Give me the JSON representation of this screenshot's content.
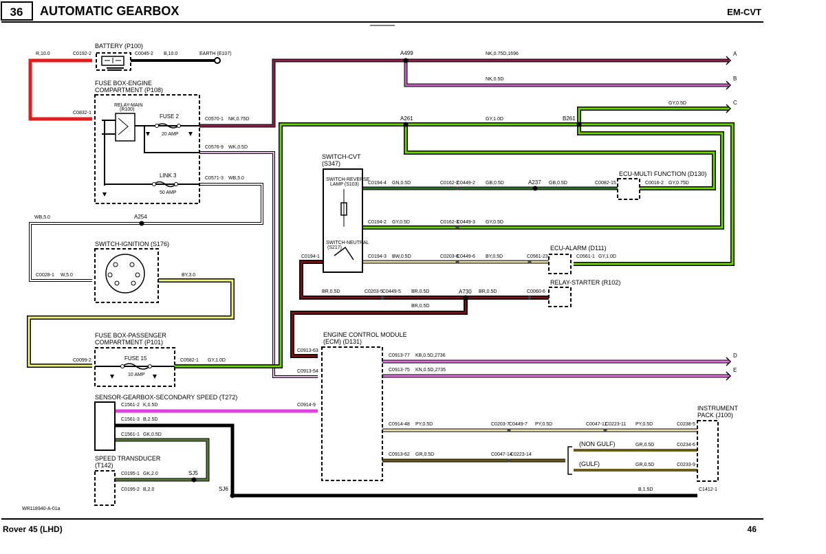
{
  "header": {
    "page_number": "36",
    "title": "AUTOMATIC GEARBOX",
    "code": "EM-CVT"
  },
  "footer": {
    "model": "Rover 45 (LHD)",
    "page": "46",
    "drawing_ref": "WR118940-A-01a"
  },
  "colors": {
    "red": "#e61b1b",
    "black": "#000000",
    "nk": "#8a1f4a",
    "pink": "#e08ee0",
    "green": "#6bd400",
    "brown": "#7a1414",
    "gn": "#2d6e2d",
    "yellow": "#f2f07a",
    "grey": "#9a9a9a",
    "magenta": "#e040e0",
    "olive": "#6b5a1a"
  },
  "components": {
    "battery": "BATTERY (P100)",
    "fusebox_engine_1": "FUSE BOX-ENGINE",
    "fusebox_engine_2": "COMPARTMENT (P108)",
    "relay_main_1": "RELAY-MAIN",
    "relay_main_2": "(R100)",
    "fuse2": "FUSE 2",
    "fuse2_amp": "20 AMP",
    "link3": "LINK 3",
    "link3_amp": "50 AMP",
    "switch_ignition": "SWITCH-IGNITION (S176)",
    "fusebox_pass_1": "FUSE BOX-PASSENGER",
    "fusebox_pass_2": "COMPARTMENT (P101)",
    "fuse15": "FUSE 15",
    "fuse15_amp": "10 AMP",
    "sensor_speed": "SENSOR-GEARBOX-SECONDARY SPEED (T272)",
    "transducer_1": "SPEED TRANSDUCER",
    "transducer_2": "(T142)",
    "switch_cvt_1": "SWITCH-CVT",
    "switch_cvt_2": "(S347)",
    "switch_reverse_1": "SWITCH-REVERSE",
    "switch_reverse_2": "LAMP (S103)",
    "switch_neutral_1": "SWITCH-NEUTRAL",
    "switch_neutral_2": "(S217)",
    "ecu_multi": "ECU-MULTI FUNCTION (D130)",
    "ecu_alarm": "ECU-ALARM (D111)",
    "relay_starter": "RELAY-STARTER (R102)",
    "ecm_1": "ENGINE CONTROL MODULE",
    "ecm_2": "(ECM) (D131)",
    "instrument_1": "INSTRUMENT",
    "instrument_2": "PACK (J100)",
    "non_gulf": "(NON GULF)",
    "gulf": "(GULF)",
    "earth": "EARTH (E107)"
  },
  "nodes": {
    "A499": "A499",
    "A261": "A261",
    "B261": "B261",
    "A237": "A237",
    "A254": "A254",
    "A730": "A730",
    "SJ5": "SJ5",
    "SJ6": "SJ6"
  },
  "edges": {
    "A": "A",
    "B": "B",
    "C": "C",
    "D": "D",
    "E": "E"
  },
  "labels": {
    "r_10": "R,10.0",
    "c0192_2": "C0192-2",
    "c0045_2": "C0045-2",
    "b_10": "B,10.0",
    "c0832_1": "C0832-1",
    "c0570_1": "C0570-1",
    "nk_075d": "NK,0.75D",
    "c0576_9": "C0576-9",
    "wk_05d": "WK,0.5D",
    "c0571_3": "C0571-3",
    "wb_5": "WB,5.0",
    "wb_50": "WB,5.0",
    "c0028_1": "C0028-1",
    "w_50": "W,5.0",
    "by_30": "BY,3.0",
    "c0099_2": "C0099-2",
    "c0582_1": "C0582-1",
    "gy_10d_a": "GY,1.0D",
    "nk_075d_1696": "NK,0.75D,1696",
    "nk_05d": "NK,0.5D",
    "gy_05d_c": "GY,0.5D",
    "gy_10d_b": "GY,1.0D",
    "c0194_4": "C0194-4",
    "gn_05d": "GN,0.5D",
    "c0162_2": "C0162-2",
    "c0449_2": "C0449-2",
    "gb_05d_a": "GB,0.5D",
    "gb_05d_b": "GB,0.5D",
    "c0082_15": "C0082-15",
    "c0016_2": "C0016-2",
    "gy_075d": "GY,0.75D",
    "c0194_2": "C0194-2",
    "gy_05d_a": "GY,0.5D",
    "c0162_3": "C0162-3",
    "c0449_3": "C0449-3",
    "gy_05d_b": "GY,0.5D",
    "c0194_1": "C0194-1",
    "c0194_3": "C0194-3",
    "bw_05d": "BW,0.5D",
    "c0203_6": "C0203-6",
    "c0449_6": "C0449-6",
    "by_05d": "BY,0.5D",
    "c0561_23": "C0561-23",
    "c0561_1": "C0561-1",
    "gy_10d_c": "GY,1.0D",
    "br_05d_a": "BR,0.5D",
    "c0203_5": "C0203-5",
    "c0449_5": "C0449-5",
    "br_05d_b": "BR,0.5D",
    "br_05d_c": "BR,0.5D",
    "c0060_6": "C0060-6",
    "br_05d_d": "BR,0.5D",
    "c0913_63": "C0913-63",
    "c0913_54": "C0913-54",
    "c0913_77": "C0913-77",
    "kb_05d_2736": "KB,0.5D,2736",
    "c0913_75": "C0913-75",
    "kn_05d_2735": "KN,0.5D,2735",
    "c1561_2": "C1561-2",
    "k_05d": "K,0.5D",
    "c0914_9": "C0914-9",
    "c1561_3": "C1561-3",
    "b_25d": "B,2.5D",
    "c1561_1": "C1561-1",
    "gk_05d": "GK,0.5D",
    "c0914_48": "C0914-48",
    "py_05d_a": "PY,0.5D",
    "c0203_7": "C0203-7",
    "c0449_7": "C0449-7",
    "py_05d_b": "PY,0.5D",
    "c0047_11": "C0047-11",
    "c0223_11": "C0223-11",
    "py_05d_c": "PY,0.5D",
    "c0238_5": "C0238-5",
    "c0913_62": "C0913-62",
    "gr_05d_a": "GR,0.5D",
    "c0047_14": "C0047-14",
    "c0223_14": "C0223-14",
    "gr_05d_b": "GR,0.5D",
    "c0234_6": "C0234-6",
    "gr_05d_c": "GR,0.5D",
    "c0233_9": "C0233-9",
    "c0195_1": "C0195-1",
    "gk_20": "GK,2.0",
    "c0195_2": "C0195-2",
    "b_20": "B,2.0",
    "b_15d": "B,1.5D",
    "c1412_1": "C1412-1"
  }
}
